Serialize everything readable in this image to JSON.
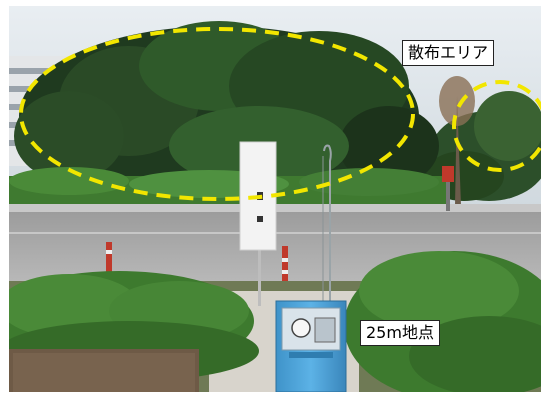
{
  "labels": {
    "spray_area": "散布エリア",
    "measure_point": "25m地点"
  },
  "annotations": {
    "ellipse_color": "#f2e600",
    "ellipse_style": "dashed"
  },
  "colors": {
    "sky": "#dfe5ea",
    "foliage_dark": "#1f3a1f",
    "foliage_mid": "#2f5a2a",
    "road": "#a9a9a9",
    "hedge": "#3d7a2e",
    "cooler_box": "#4fa6dc"
  }
}
